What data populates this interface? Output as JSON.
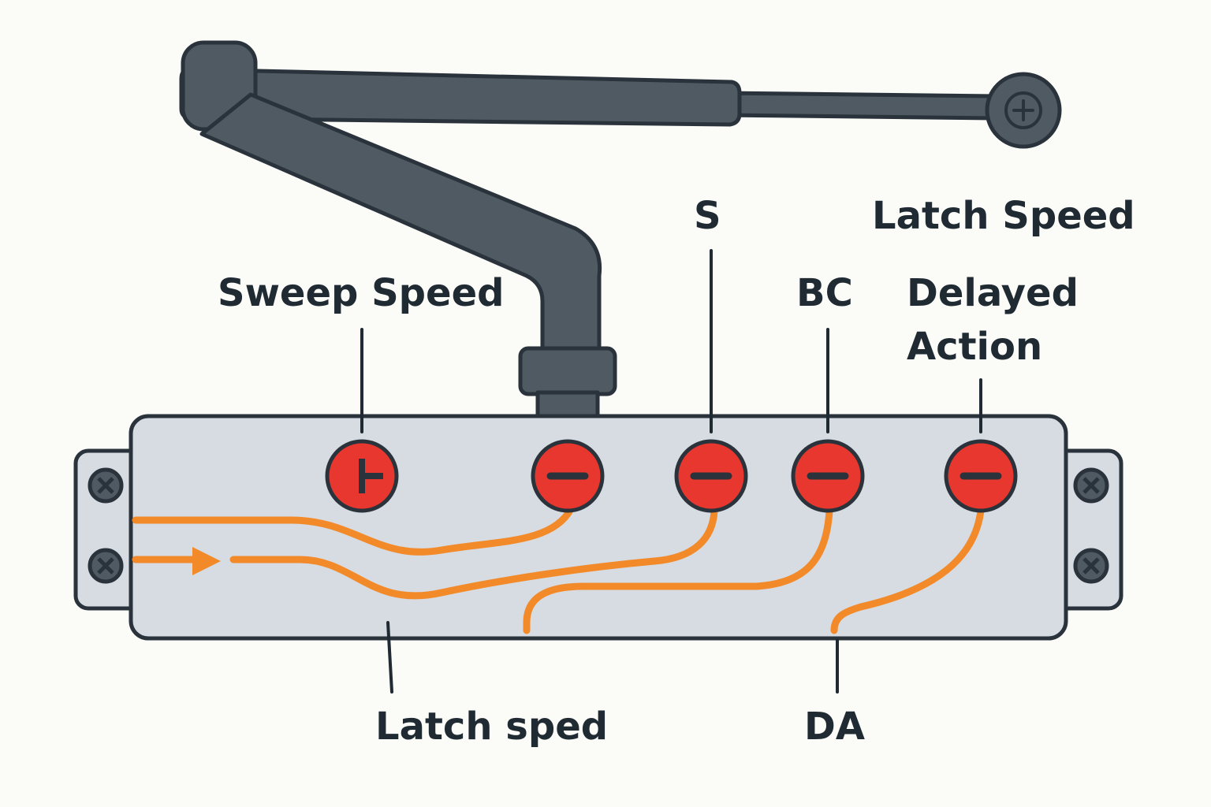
{
  "labels": {
    "sweep_speed": "Sweep Speed",
    "s": "S",
    "bc": "BC",
    "delayed_line1": "Delayed",
    "delayed_line2": "Action",
    "latch_speed_top": "Latch Speed",
    "latch_sped_bottom": "Latch sped",
    "da": "DA"
  },
  "colors": {
    "background": "#fbfbf8",
    "outline": "#2a333b",
    "arm": "#4f5a63",
    "body": "#d7dbe2",
    "valve": "#e8372e",
    "flow": "#f28a2a",
    "text": "#1f2a33"
  },
  "icons": {
    "valve_t": "t-slot-screw-icon",
    "valve_slot": "slot-screw-icon",
    "mount_screw": "cross-screw-icon",
    "pivot": "plus-screw-icon",
    "flow_arrow": "arrow-right-icon"
  }
}
